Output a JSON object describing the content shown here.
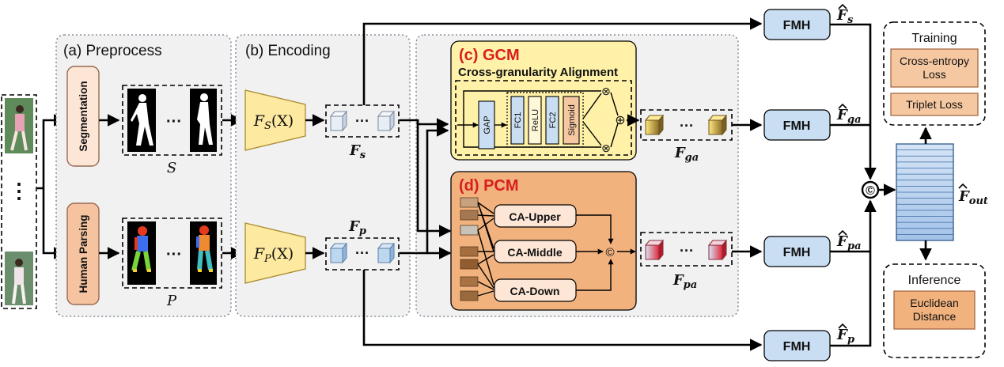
{
  "preprocess": {
    "title": "(a) Preprocess",
    "segmentation_label": "Segmentation",
    "human_parsing_label": "Human Parsing",
    "set_s": "S",
    "set_p": "P",
    "ellipsis": "···",
    "vertical_ellipsis": "⋮"
  },
  "encoding": {
    "title": "(b) Encoding",
    "encoder_s": "F",
    "encoder_s_sub": "S",
    "encoder_s_arg": "(X)",
    "encoder_p": "F",
    "encoder_p_sub": "P",
    "encoder_p_arg": "(X)",
    "feat_s": "F",
    "feat_s_sub": "s",
    "feat_p": "F",
    "feat_p_sub": "p"
  },
  "gcm": {
    "title": "(c) GCM",
    "subtitle": "Cross-granularity Alignment",
    "gap": "GAP",
    "fc1": "FC1",
    "relu": "ReLU",
    "fc2": "FC2",
    "sigmoid": "Sigmoid",
    "otimes": "⊗",
    "oplus": "⊕",
    "out": "F",
    "out_sub": "ga"
  },
  "pcm": {
    "title": "(d) PCM",
    "ca_upper": "CA-Upper",
    "ca_middle": "CA-Middle",
    "ca_down": "CA-Down",
    "concat": "©",
    "out": "F",
    "out_sub": "pa"
  },
  "fmh": {
    "label": "FMH",
    "s_sub": "s",
    "ga_sub": "ga",
    "pa_sub": "pa",
    "p_sub": "p"
  },
  "output": {
    "concat": "©",
    "fout": "F",
    "fout_sub": "out"
  },
  "training": {
    "title": "Training",
    "loss1": "Cross-entropy Loss",
    "loss2": "Triplet Loss"
  },
  "inference": {
    "title": "Inference",
    "metric": "Euclidean Distance"
  },
  "colors": {
    "panel_bg": "#f1f1f1",
    "panel_border": "#6a7a8a",
    "seg_fill": "#fde6d6",
    "parse_fill": "#f5c3a0",
    "encoder_fill": "#fde9a0",
    "gcm_fill": "#fff2a8",
    "pcm_fill": "#f2b27e",
    "fmh_fill": "#c9def3",
    "loss_fill": "#f6c8a2",
    "fout_fill": "#a7c6ea",
    "cube_blue": "#bdd7ee",
    "title_red": "#d81e1e"
  }
}
